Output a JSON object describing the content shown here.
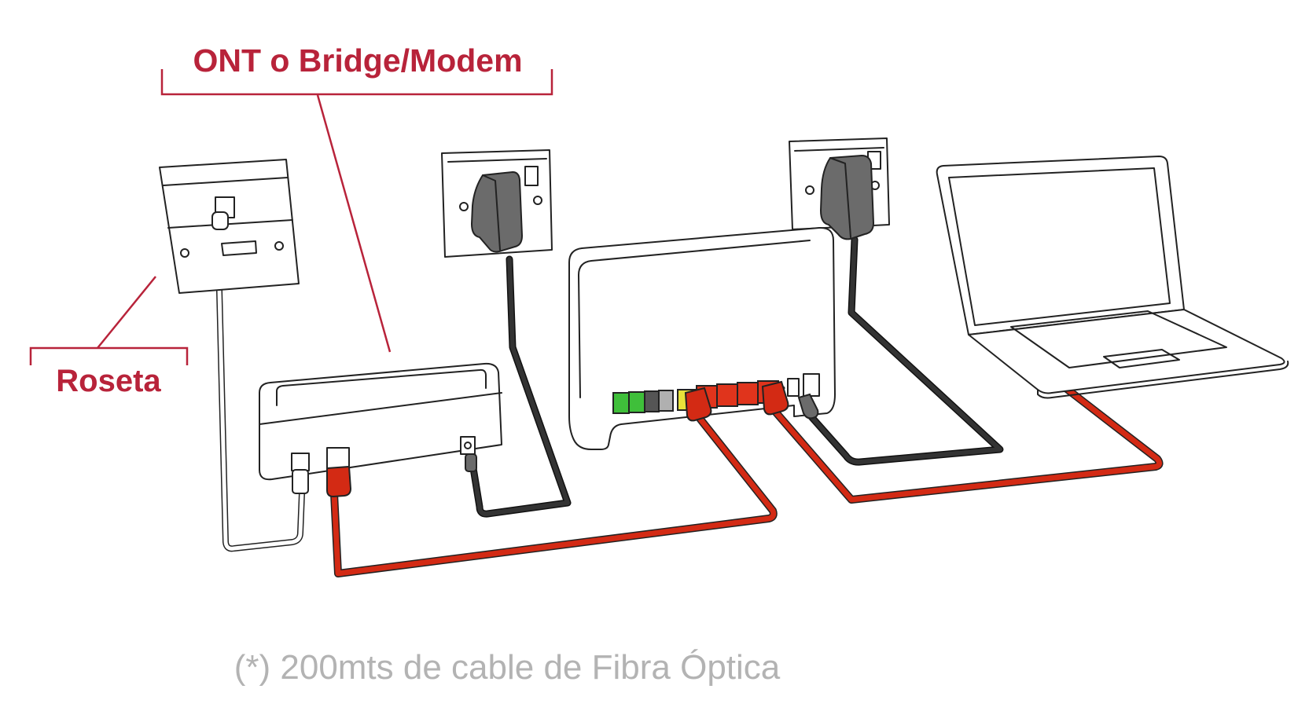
{
  "labels": {
    "ont": "ONT o Bridge/Modem",
    "roseta": "Roseta",
    "footnote": "(*) 200mts de cable de Fibra Óptica"
  },
  "colors": {
    "label_red": "#b8233a",
    "cable_red": "#d32a14",
    "port_green": "#3fbf3a",
    "port_yellow": "#e8e23a",
    "port_red": "#e0341c",
    "footnote_gray": "#b3b3b3"
  }
}
